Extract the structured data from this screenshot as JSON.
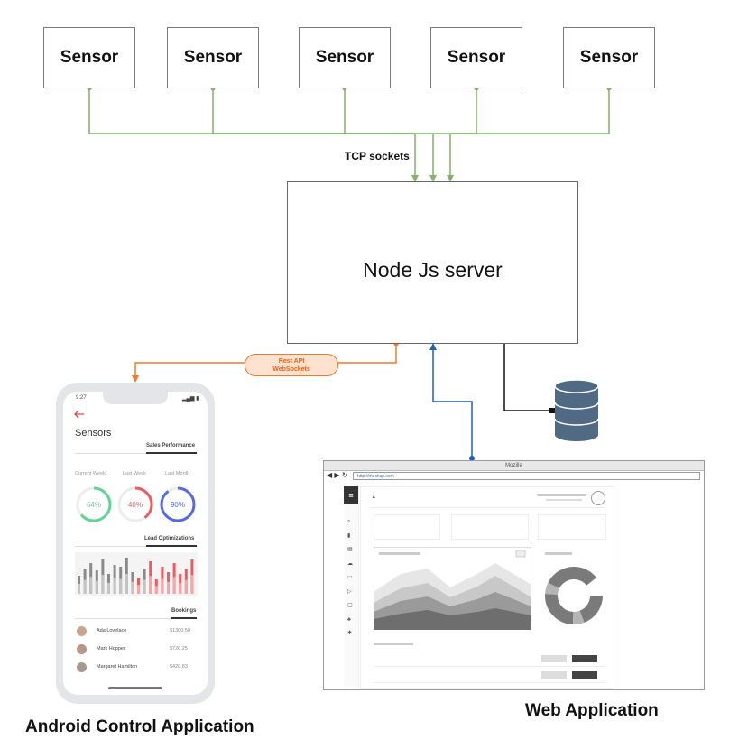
{
  "sensors": [
    "Sensor",
    "Sensor",
    "Sensor",
    "Sensor",
    "Sensor"
  ],
  "tcp_label": "TCP sockets",
  "server_label": "Node Js server",
  "api_pill": {
    "line1": "Rest API",
    "line2": "WebSockets"
  },
  "android_label": "Android Control Application",
  "web_label": "Web Application",
  "colors": {
    "green": "#82b366",
    "orange": "#f07a2f",
    "blue": "#1f5fbf",
    "black": "#111111",
    "db": "#4f6a82"
  },
  "phone": {
    "time": "9:27",
    "back_icon": "arrow-left-icon",
    "title": "Sensors",
    "sales_header": "Sales Performance",
    "periods": [
      {
        "label": "Current Week",
        "value": "64%",
        "percent": 64,
        "color": "#62d396"
      },
      {
        "label": "Last Week",
        "value": "40%",
        "percent": 40,
        "color": "#ee5a5e"
      },
      {
        "label": "Last Month",
        "value": "90%",
        "percent": 90,
        "color": "#5569e8"
      }
    ],
    "lead_header": "Lead Optimizations",
    "bookings_header": "Bookings",
    "bookings": [
      {
        "name": "Ada Lovelace",
        "amount": "$1300.50"
      },
      {
        "name": "Mark Hopper",
        "amount": "$720.25"
      },
      {
        "name": "Margaret Hamilton",
        "amount": "$420.83"
      }
    ]
  },
  "browser": {
    "title": "Mozilla",
    "url": "http://mockup.com"
  }
}
